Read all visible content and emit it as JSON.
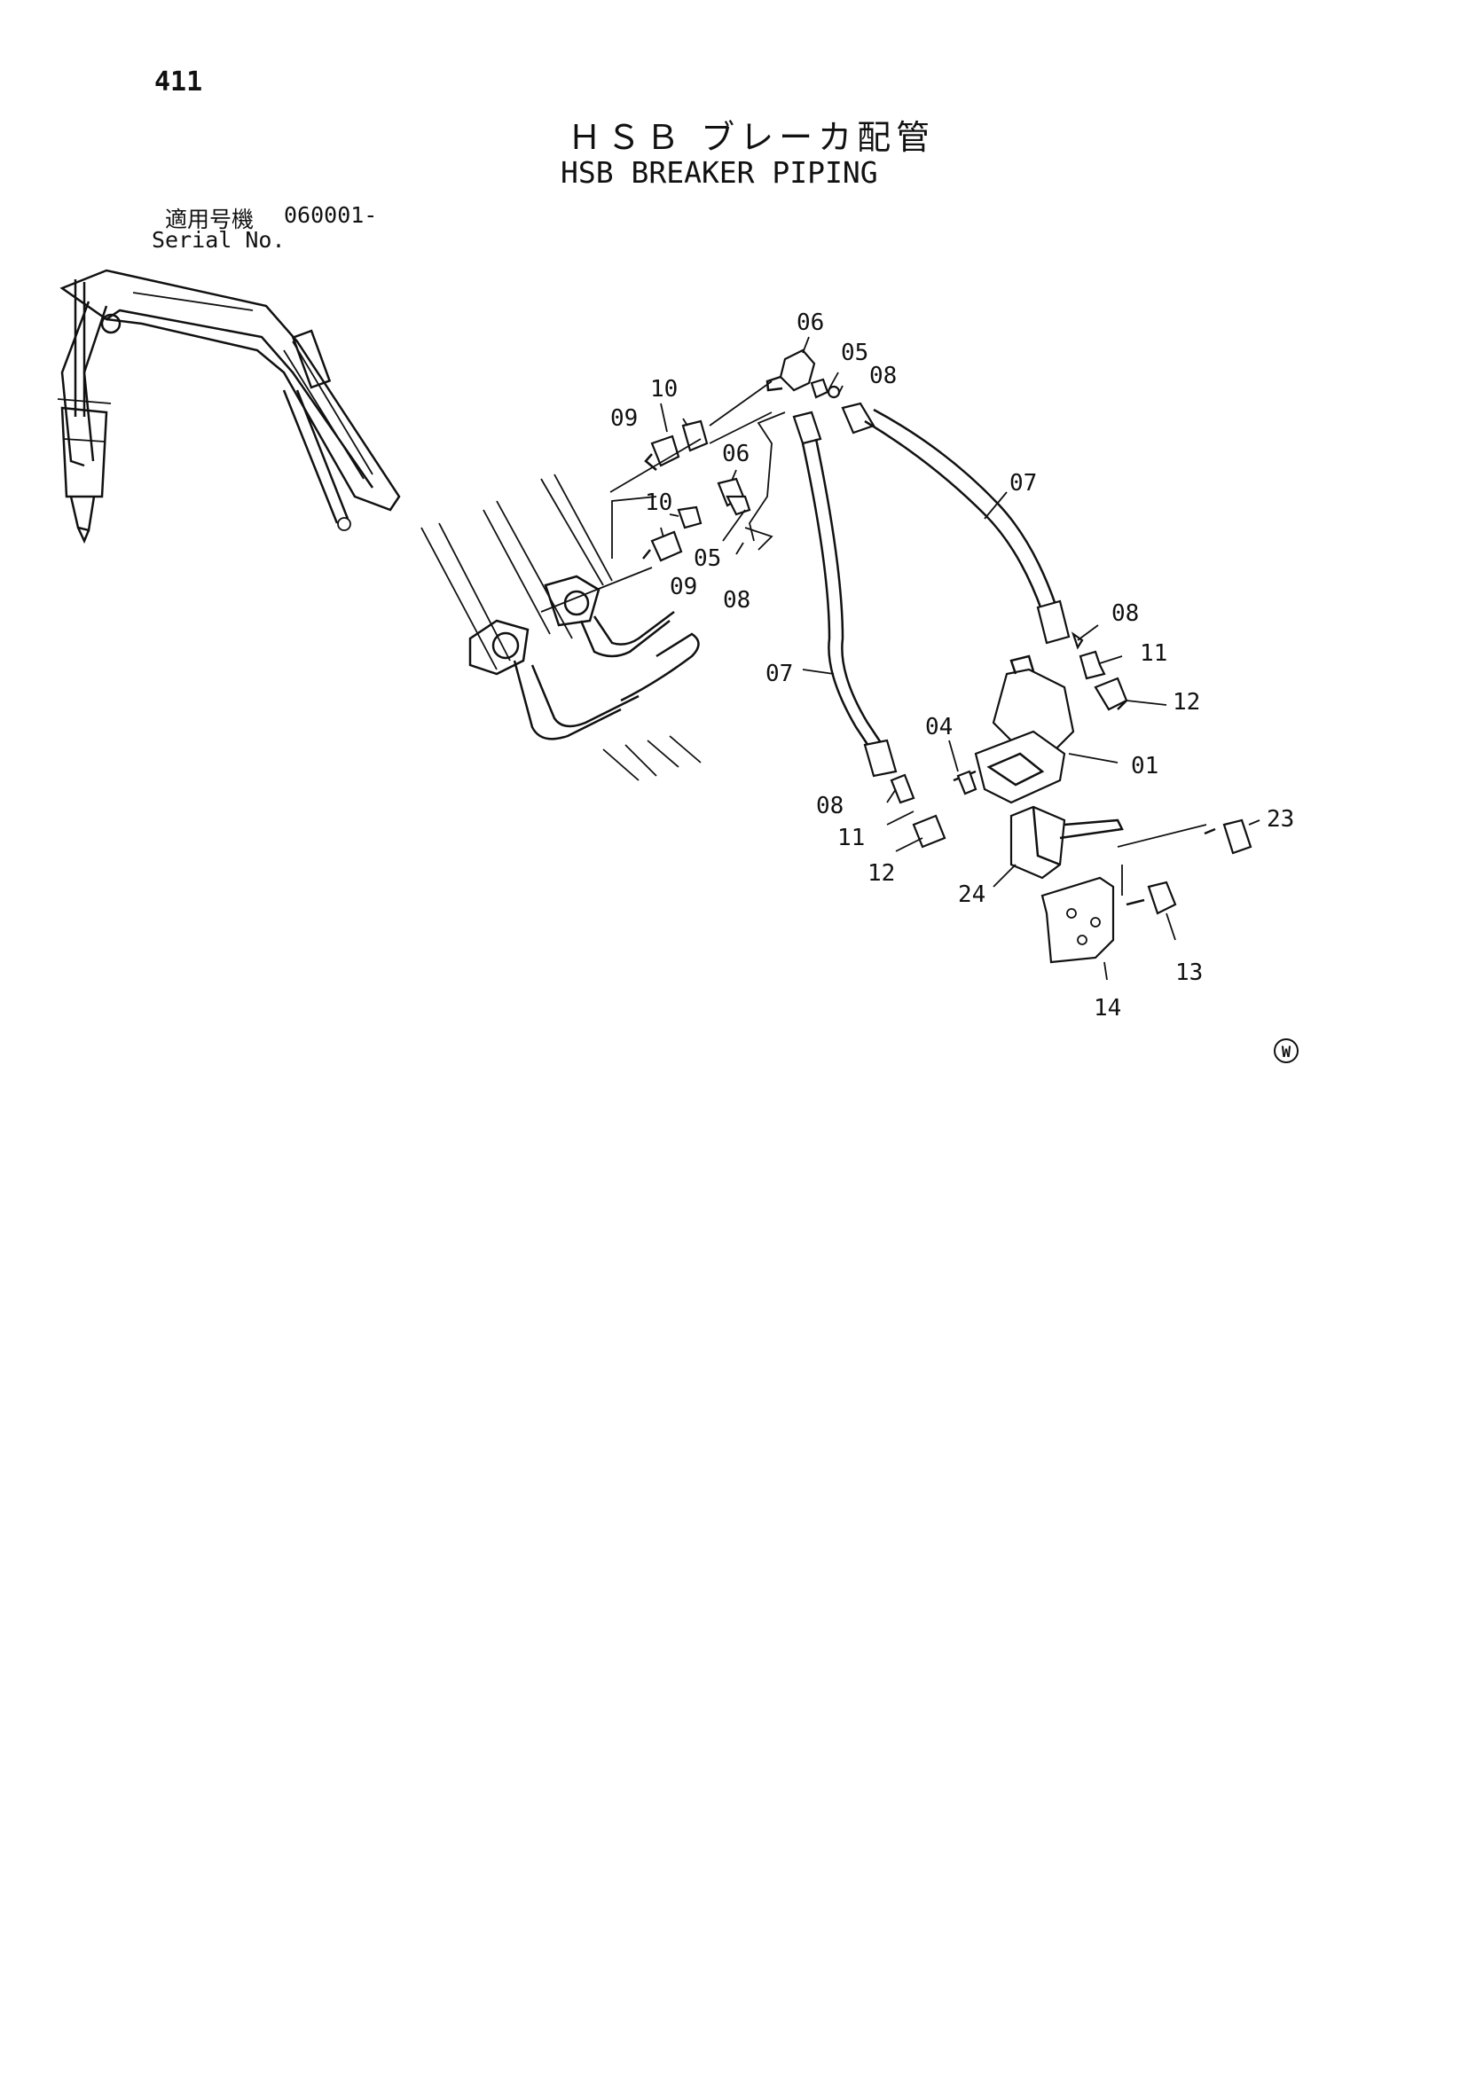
{
  "page": {
    "number": "411"
  },
  "title": {
    "japanese": "ＨＳＢ ブレーカ配管",
    "english": "HSB BREAKER PIPING"
  },
  "serial": {
    "label_jp": "適用号機",
    "value": "060001-",
    "label_en": "Serial No."
  },
  "callouts": [
    "06",
    "05",
    "08",
    "10",
    "09",
    "06",
    "10",
    "05",
    "09",
    "08",
    "07",
    "07",
    "08",
    "11",
    "12",
    "04",
    "01",
    "08",
    "11",
    "12",
    "23",
    "24",
    "13",
    "14"
  ],
  "mark": {
    "symbol": "W"
  }
}
